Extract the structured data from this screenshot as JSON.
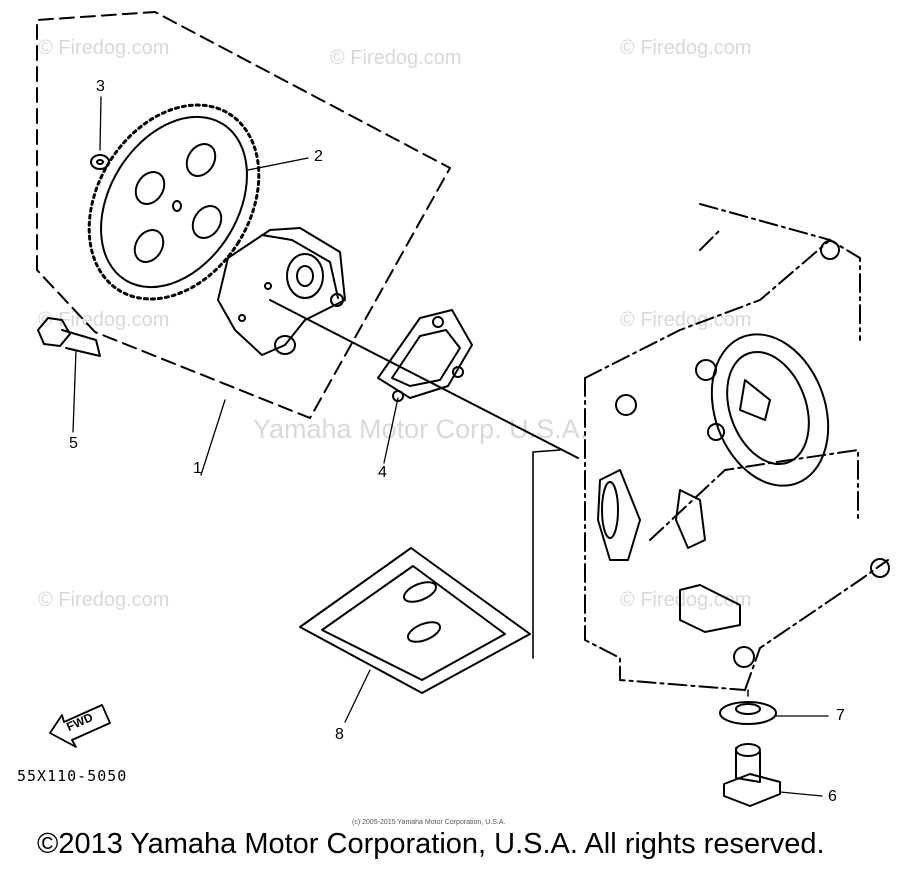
{
  "callouts": {
    "c1": "1",
    "c2": "2",
    "c3": "3",
    "c4": "4",
    "c5": "5",
    "c6": "6",
    "c7": "7",
    "c8": "8"
  },
  "fwd_label": "FWD",
  "drawing_number": "55X110-5050",
  "watermark_text": "© Firedog.com",
  "center_watermark": "Yamaha Motor Corp. U.S.A.",
  "small_copyright": "(c) 2005-2015 Yamaha Motor Corporation, U.S.A.",
  "footer_copyright": "©2013 Yamaha Motor Corporation, U.S.A. All rights reserved."
}
